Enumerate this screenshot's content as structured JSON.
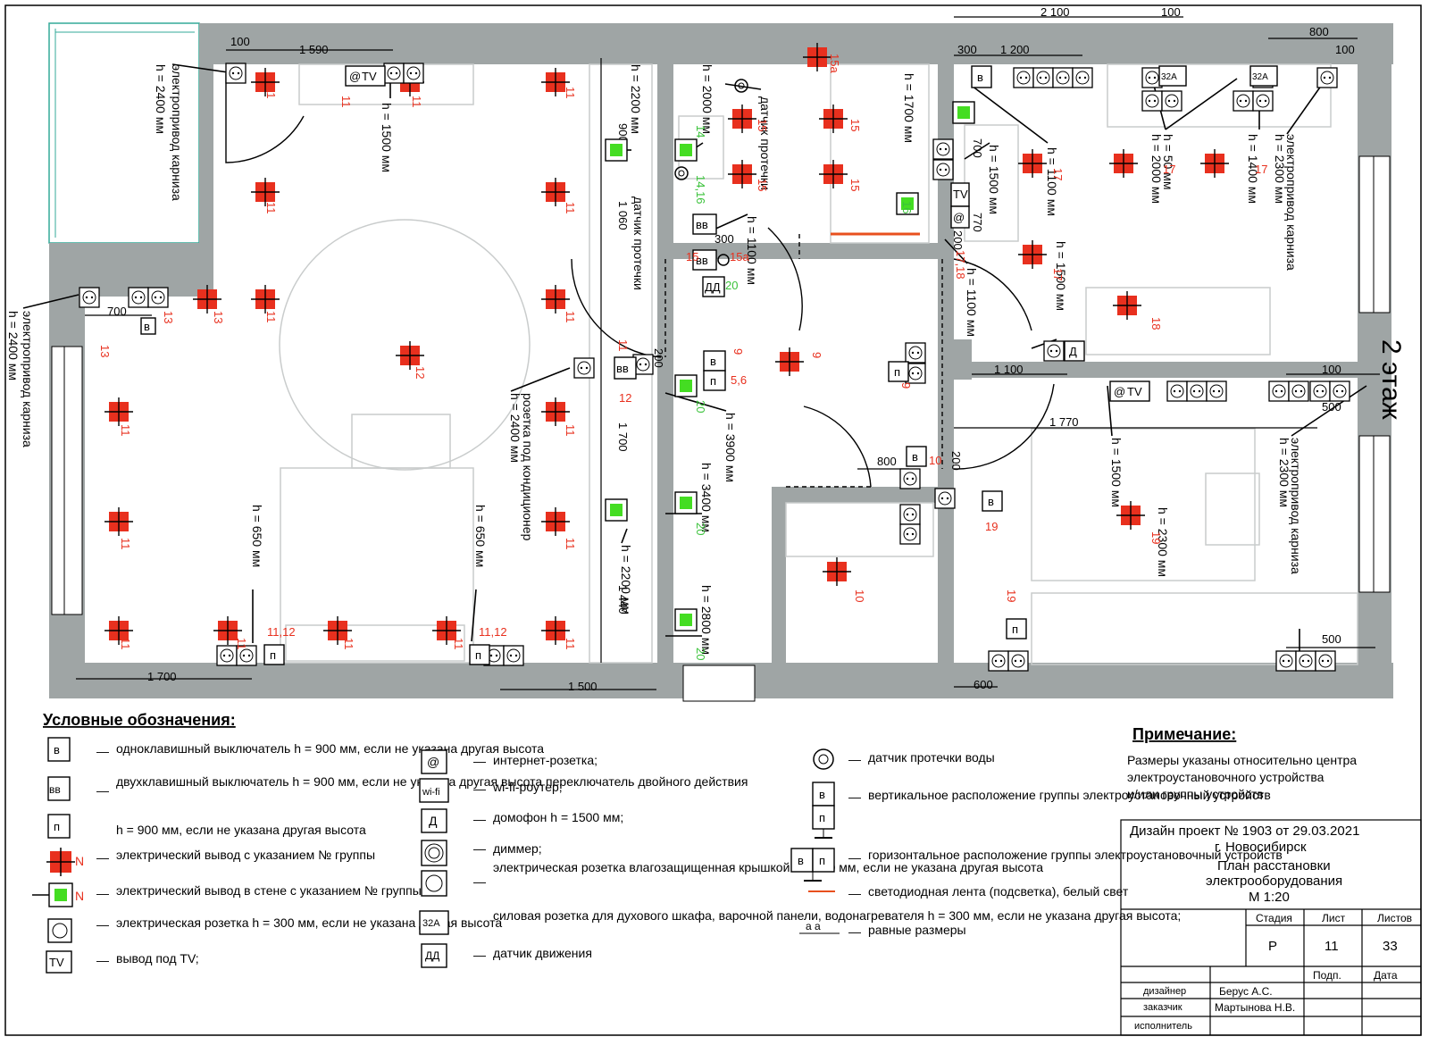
{
  "floor_label": "2 этаж",
  "dimensions": {
    "d100a": "100",
    "d1590": "1 590",
    "d2100": "2 100",
    "d100b": "100",
    "d800": "800",
    "d300": "300",
    "d1200": "1 200",
    "d100c": "100",
    "d700": "700",
    "d1700a": "1 700",
    "d1500": "1 500",
    "d600": "600",
    "d1100": "1 100",
    "d100d": "100",
    "d500a": "500",
    "d1770": "1 770",
    "d800b": "800",
    "d500b": "500",
    "d900": "900",
    "d1060": "1 060",
    "d1700b": "1 700",
    "d1440": "1 440",
    "d300b": "300",
    "d200a": "200",
    "d200b": "200",
    "d300c": "300",
    "d200c": "200",
    "d700b": "700",
    "d770": "770"
  },
  "heights": {
    "h2400a": "h = 2400 мм",
    "h1500a": "h = 1500 мм",
    "h2200a": "h = 2200 мм",
    "h2000a": "h = 2000 мм",
    "h1700": "h = 1700 мм",
    "h1100a": "h = 1100 мм",
    "h50": "h = 50 мм",
    "h2000b": "h = 2000 мм",
    "h1400": "h = 1400 мм",
    "h2300a": "h = 2300 мм",
    "h1500b": "h = 1500 мм",
    "h1100b": "h = 1100 мм",
    "h1100c": "h = 1100 мм",
    "h1500c": "h = 1500 мм",
    "h2400b": "h = 2400 мм",
    "h3900": "h = 3900 мм",
    "h3400": "h = 3400 мм",
    "h2200b": "h = 2200 мм",
    "h2800": "h = 2800 мм",
    "h650a": "h = 650 мм",
    "h650b": "h = 650 мм",
    "h1500d": "h = 1500 мм",
    "h2300b": "h = 2300 мм",
    "h2300c": "h = 2300 мм",
    "h1500e": "h = 1500 мм"
  },
  "notes_on_plan": {
    "cornice1": "электропривод карниза",
    "cornice2": "электропривод карниза",
    "cornice3": "электропривод карниза",
    "cornice4": "электропривод карниза",
    "leak1": "датчик протечки",
    "leak2": "датчик протечки",
    "ac": "розетка под кондиционер"
  },
  "group_labels": {
    "g11": "11",
    "g12": "12",
    "g13": "13",
    "g14": "14",
    "g15": "15",
    "g15a": "15а",
    "g16": "16",
    "g17": "17",
    "g18": "18",
    "g19": "19",
    "g20": "20",
    "g9": "9",
    "g10": "10",
    "g1112": "11,12",
    "g1416": "14,16",
    "g1718": "17,18",
    "g56": "5,6"
  },
  "device_marks": {
    "v": "в",
    "vv": "вв",
    "n": "п",
    "tv": "TV",
    "at": "@",
    "d": "Д",
    "dd": "ДД",
    "a32": "32А",
    "wifi": "wi-fi"
  },
  "legend": {
    "title": "Условные обозначения:",
    "items": [
      "одноклавишный выключатель h = 900 мм, если не указана другая высота",
      "двухклавишный выключатель h = 900 мм, если не указана другая высота переключатель двойного действия",
      "h = 900 мм, если не указана другая высота",
      "электрический вывод с указанием № группы",
      "электрический вывод в стене с указанием № группы",
      "электрическая розетка h = 300 мм, если не указана другая высота",
      "вывод под TV;",
      "интернет-розетка;",
      "wi-fi-роутер;",
      "домофон h = 1500 мм;",
      "диммер;",
      "электрическая розетка влагозащищенная крышкой h = 300 мм, если не указана другая высота",
      "силовая розетка для духового шкафа, варочной панели, водонагревателя h = 300 мм, если не указана другая высота;",
      "датчик движения",
      "датчик протечки воды",
      "вертикальное расположение группы электроустановочный устройств",
      "горизонтальное расположение группы электроустановочный устройств",
      "светодиодная лента (подсветка), белый свет",
      "равные размеры"
    ],
    "n_mark": "N",
    "eq_dims": "a a"
  },
  "note": {
    "title": "Примечание:",
    "lines": [
      "Размеры указаны относительно центра",
      "электроустановочного устройства",
      "и/или группы устройств"
    ]
  },
  "stamp": {
    "project": "Дизайн проект № 1903 от 29.03.2021",
    "city": "г. Новосибирск",
    "sheet_title_1": "План расстановки",
    "sheet_title_2": "электрооборудования",
    "scale": "М 1:20",
    "stage_h": "Стадия",
    "sheet_h": "Лист",
    "sheets_h": "Листов",
    "stage": "Р",
    "sheet": "11",
    "sheets": "33",
    "sign_h": "Подп.",
    "date_h": "Дата",
    "designer_role": "дизайнер",
    "designer": "Берус А.С.",
    "customer_role": "заказчик",
    "customer": "Мартынова Н.В.",
    "executor_role": "исполнитель"
  },
  "colors": {
    "wall": "#9fa5a5",
    "outlet_red": "#e8301e",
    "wall_green": "#44dd22",
    "led_strip": "#e8501e"
  }
}
